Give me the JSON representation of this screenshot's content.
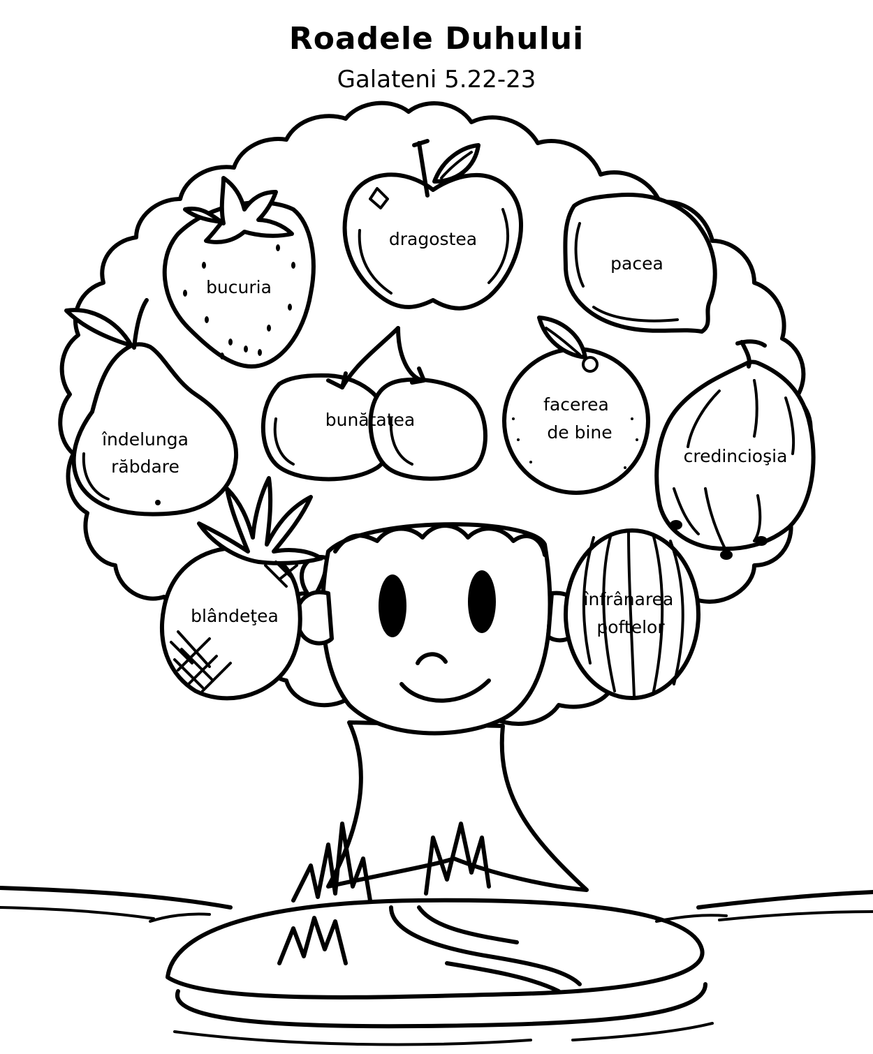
{
  "header": {
    "title": "Roadele Duhului",
    "subtitle": "Galateni 5.22-23"
  },
  "fruits": {
    "apple": "dragostea",
    "strawberry": "bucuria",
    "lemon": "pacea",
    "pear_line1": "îndelunga",
    "pear_line2": "răbdare",
    "cherries": "bunătatea",
    "orange_line1": "facerea",
    "orange_line2": "de bine",
    "fig": "credincioşia",
    "pineapple": "blândeţea",
    "melon_line1": "înfrânarea",
    "melon_line2": "poftelor"
  },
  "icons": {
    "apple": "apple-icon",
    "strawberry": "strawberry-icon",
    "lemon": "lemon-icon",
    "pear": "pear-icon",
    "cherries": "cherries-icon",
    "orange": "orange-icon",
    "fig": "fig-icon",
    "pineapple": "pineapple-icon",
    "melon": "melon-icon",
    "tree": "tree-icon",
    "face": "smiling-face-icon"
  },
  "colors": {
    "ink": "#000000",
    "paper": "#ffffff"
  }
}
